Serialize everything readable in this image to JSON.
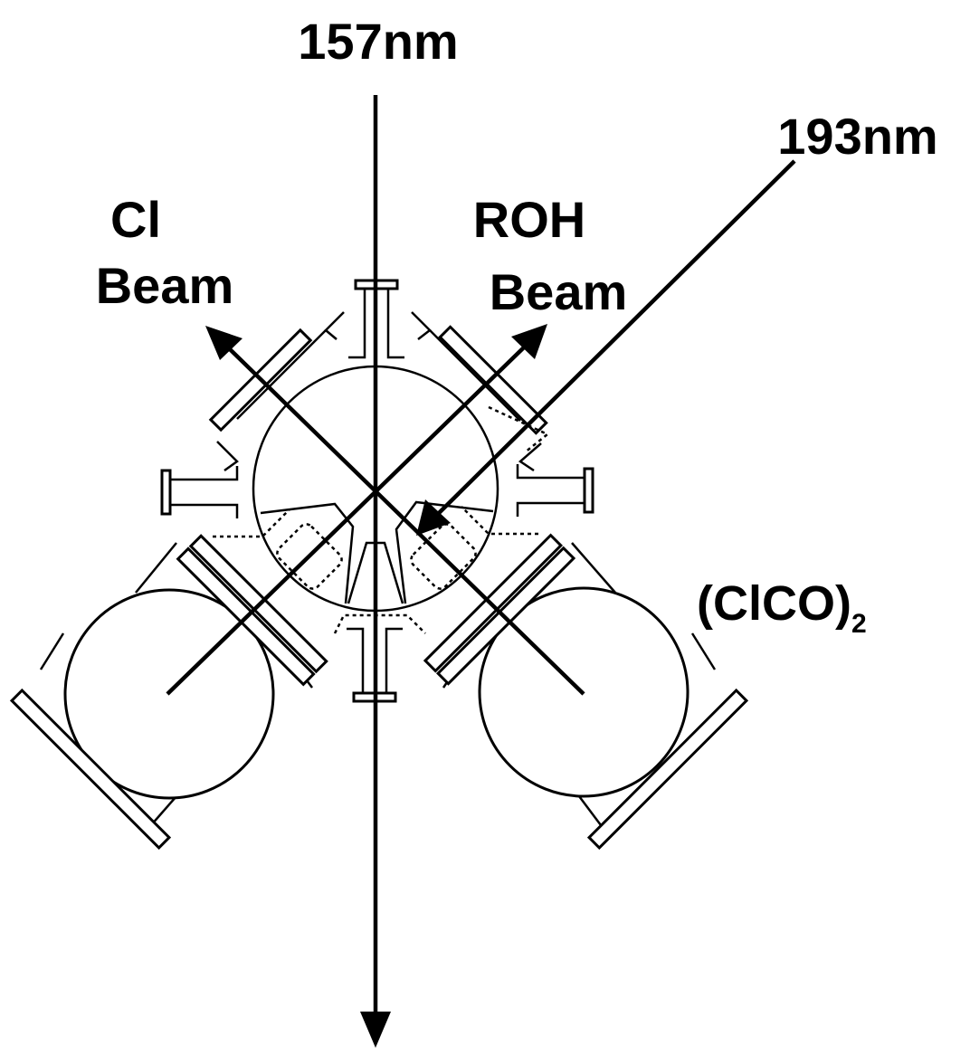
{
  "labels": {
    "laser_157": "157nm",
    "laser_193": "193nm",
    "cl_beam_line1": "Cl",
    "cl_beam_line2": "Beam",
    "roh_beam_line1": "ROH",
    "roh_beam_line2": "Beam",
    "precursor_main": "(ClCO)",
    "precursor_subscript": "2"
  },
  "colors": {
    "ink": "#000000",
    "background": "#ffffff"
  }
}
